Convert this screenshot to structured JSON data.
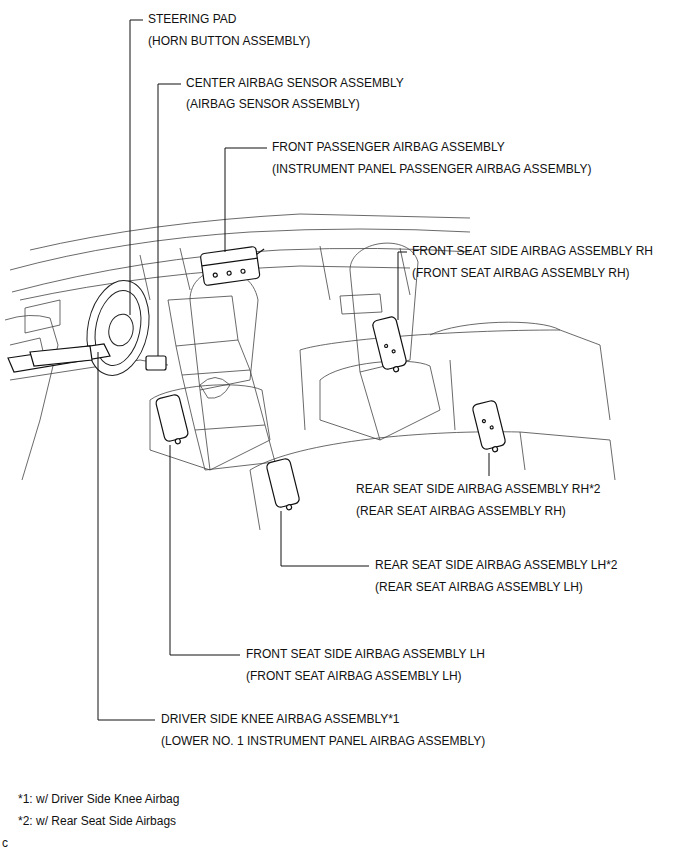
{
  "diagram": {
    "labels": [
      "STEERING PAD",
      "(HORN BUTTON ASSEMBLY)",
      "CENTER AIRBAG SENSOR ASSEMBLY",
      "(AIRBAG SENSOR ASSEMBLY)",
      "FRONT PASSENGER AIRBAG ASSEMBLY",
      "(INSTRUMENT PANEL PASSENGER AIRBAG ASSEMBLY)",
      "FRONT SEAT SIDE AIRBAG ASSEMBLY RH",
      "(FRONT SEAT AIRBAG ASSEMBLY RH)",
      "REAR SEAT SIDE AIRBAG ASSEMBLY RH*2",
      "(REAR SEAT AIRBAG ASSEMBLY RH)",
      "REAR SEAT SIDE AIRBAG ASSEMBLY LH*2",
      "(REAR SEAT AIRBAG ASSEMBLY LH)",
      "FRONT SEAT SIDE AIRBAG ASSEMBLY LH",
      "(FRONT SEAT AIRBAG ASSEMBLY LH)",
      "DRIVER SIDE KNEE AIRBAG ASSEMBLY*1",
      "(LOWER NO. 1 INSTRUMENT PANEL AIRBAG ASSEMBLY)",
      "*1: w/ Driver Side Knee Airbag",
      "*2: w/ Rear Seat Side Airbags",
      "c"
    ]
  }
}
